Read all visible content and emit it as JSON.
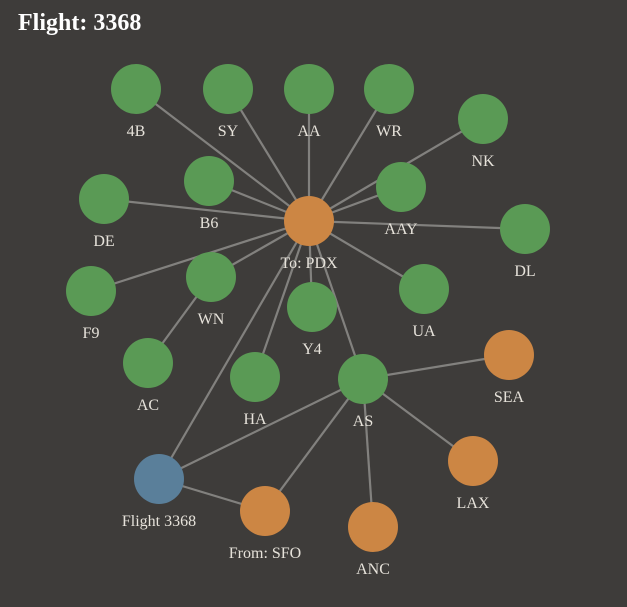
{
  "title": "Flight: 3368",
  "colors": {
    "background": "#3e3c3a",
    "edge": "#8a8886",
    "carrier_node": "#5a9a55",
    "airport_node": "#cc8644",
    "flight_node": "#5a7f9a",
    "label": "#e6e2da"
  },
  "nodes": [
    {
      "id": "to_pdx",
      "label": "To: PDX",
      "type": "airport"
    },
    {
      "id": "4b",
      "label": "4B",
      "type": "carrier"
    },
    {
      "id": "sy",
      "label": "SY",
      "type": "carrier"
    },
    {
      "id": "aa",
      "label": "AA",
      "type": "carrier"
    },
    {
      "id": "wr",
      "label": "WR",
      "type": "carrier"
    },
    {
      "id": "nk",
      "label": "NK",
      "type": "carrier"
    },
    {
      "id": "b6",
      "label": "B6",
      "type": "carrier"
    },
    {
      "id": "de",
      "label": "DE",
      "type": "carrier"
    },
    {
      "id": "aay",
      "label": "AAY",
      "type": "carrier"
    },
    {
      "id": "dl",
      "label": "DL",
      "type": "carrier"
    },
    {
      "id": "f9",
      "label": "F9",
      "type": "carrier"
    },
    {
      "id": "wn",
      "label": "WN",
      "type": "carrier"
    },
    {
      "id": "y4",
      "label": "Y4",
      "type": "carrier"
    },
    {
      "id": "ua",
      "label": "UA",
      "type": "carrier"
    },
    {
      "id": "ac",
      "label": "AC",
      "type": "carrier"
    },
    {
      "id": "ha",
      "label": "HA",
      "type": "carrier"
    },
    {
      "id": "as",
      "label": "AS",
      "type": "carrier"
    },
    {
      "id": "sea",
      "label": "SEA",
      "type": "airport"
    },
    {
      "id": "lax",
      "label": "LAX",
      "type": "airport"
    },
    {
      "id": "anc",
      "label": "ANC",
      "type": "airport"
    },
    {
      "id": "from_sfo",
      "label": "From: SFO",
      "type": "airport"
    },
    {
      "id": "flight",
      "label": "Flight 3368",
      "type": "flight"
    }
  ],
  "edges": [
    [
      "to_pdx",
      "4b"
    ],
    [
      "to_pdx",
      "sy"
    ],
    [
      "to_pdx",
      "aa"
    ],
    [
      "to_pdx",
      "wr"
    ],
    [
      "to_pdx",
      "nk"
    ],
    [
      "to_pdx",
      "b6"
    ],
    [
      "to_pdx",
      "de"
    ],
    [
      "to_pdx",
      "aay"
    ],
    [
      "to_pdx",
      "dl"
    ],
    [
      "to_pdx",
      "f9"
    ],
    [
      "to_pdx",
      "wn"
    ],
    [
      "to_pdx",
      "y4"
    ],
    [
      "to_pdx",
      "ua"
    ],
    [
      "to_pdx",
      "ha"
    ],
    [
      "to_pdx",
      "as"
    ],
    [
      "to_pdx",
      "flight"
    ],
    [
      "wn",
      "ac"
    ],
    [
      "as",
      "sea"
    ],
    [
      "as",
      "lax"
    ],
    [
      "as",
      "anc"
    ],
    [
      "as",
      "from_sfo"
    ],
    [
      "as",
      "flight"
    ],
    [
      "flight",
      "from_sfo"
    ]
  ]
}
